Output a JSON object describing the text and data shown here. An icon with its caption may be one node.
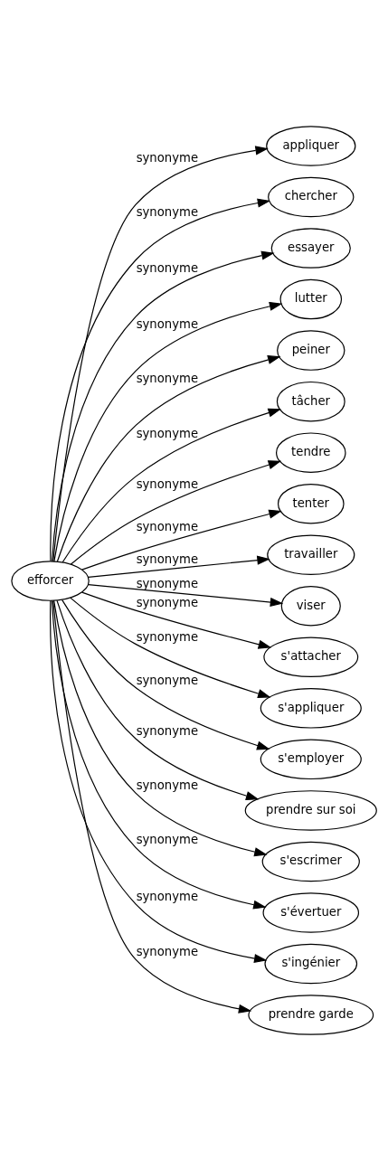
{
  "diagram": {
    "nodes": [
      {
        "text": [
          "efforcer"
        ]
      },
      {
        "text": [
          "appliquer"
        ]
      },
      {
        "text": [
          "chercher"
        ]
      },
      {
        "text": [
          "essayer"
        ]
      },
      {
        "text": [
          "lutter"
        ]
      },
      {
        "text": [
          "peiner"
        ]
      },
      {
        "text": [
          "tâcher"
        ]
      },
      {
        "text": [
          "tendre"
        ]
      },
      {
        "text": [
          "tenter"
        ]
      },
      {
        "text": [
          "travailler"
        ]
      },
      {
        "text": [
          "viser"
        ]
      },
      {
        "text": [
          "s'attacher"
        ]
      },
      {
        "text": [
          "s'appliquer"
        ]
      },
      {
        "text": [
          "s'employer"
        ]
      },
      {
        "text": [
          "prendre sur soi"
        ]
      },
      {
        "text": [
          "s'escrimer"
        ]
      },
      {
        "text": [
          "s'évertuer"
        ]
      },
      {
        "text": [
          "s'ingénier"
        ]
      },
      {
        "text": [
          "prendre garde"
        ]
      }
    ],
    "edges": [
      {
        "from": 0,
        "to": 1,
        "arrow": "to",
        "label": "synonyme"
      },
      {
        "from": 0,
        "to": 2,
        "arrow": "to",
        "label": "synonyme"
      },
      {
        "from": 0,
        "to": 3,
        "arrow": "to",
        "label": "synonyme"
      },
      {
        "from": 0,
        "to": 4,
        "arrow": "to",
        "label": "synonyme"
      },
      {
        "from": 0,
        "to": 5,
        "arrow": "to",
        "label": "synonyme"
      },
      {
        "from": 0,
        "to": 6,
        "arrow": "to",
        "label": "synonyme"
      },
      {
        "from": 0,
        "to": 7,
        "arrow": "to",
        "label": "synonyme"
      },
      {
        "from": 0,
        "to": 8,
        "arrow": "to",
        "label": "synonyme"
      },
      {
        "from": 0,
        "to": 9,
        "arrow": "to",
        "label": "synonyme"
      },
      {
        "from": 0,
        "to": 10,
        "arrow": "to",
        "label": "synonyme"
      },
      {
        "from": 0,
        "to": 11,
        "arrow": "to",
        "label": "synonyme"
      },
      {
        "from": 0,
        "to": 12,
        "arrow": "to",
        "label": "synonyme"
      },
      {
        "from": 0,
        "to": 13,
        "arrow": "to",
        "label": "synonyme"
      },
      {
        "from": 0,
        "to": 14,
        "arrow": "to",
        "label": "synonyme"
      },
      {
        "from": 0,
        "to": 15,
        "arrow": "to",
        "label": "synonyme"
      },
      {
        "from": 0,
        "to": 16,
        "arrow": "to",
        "label": "synonyme"
      },
      {
        "from": 0,
        "to": 17,
        "arrow": "to",
        "label": "synonyme"
      },
      {
        "from": 0,
        "to": 18,
        "arrow": "to",
        "label": "synonyme"
      }
    ]
  }
}
